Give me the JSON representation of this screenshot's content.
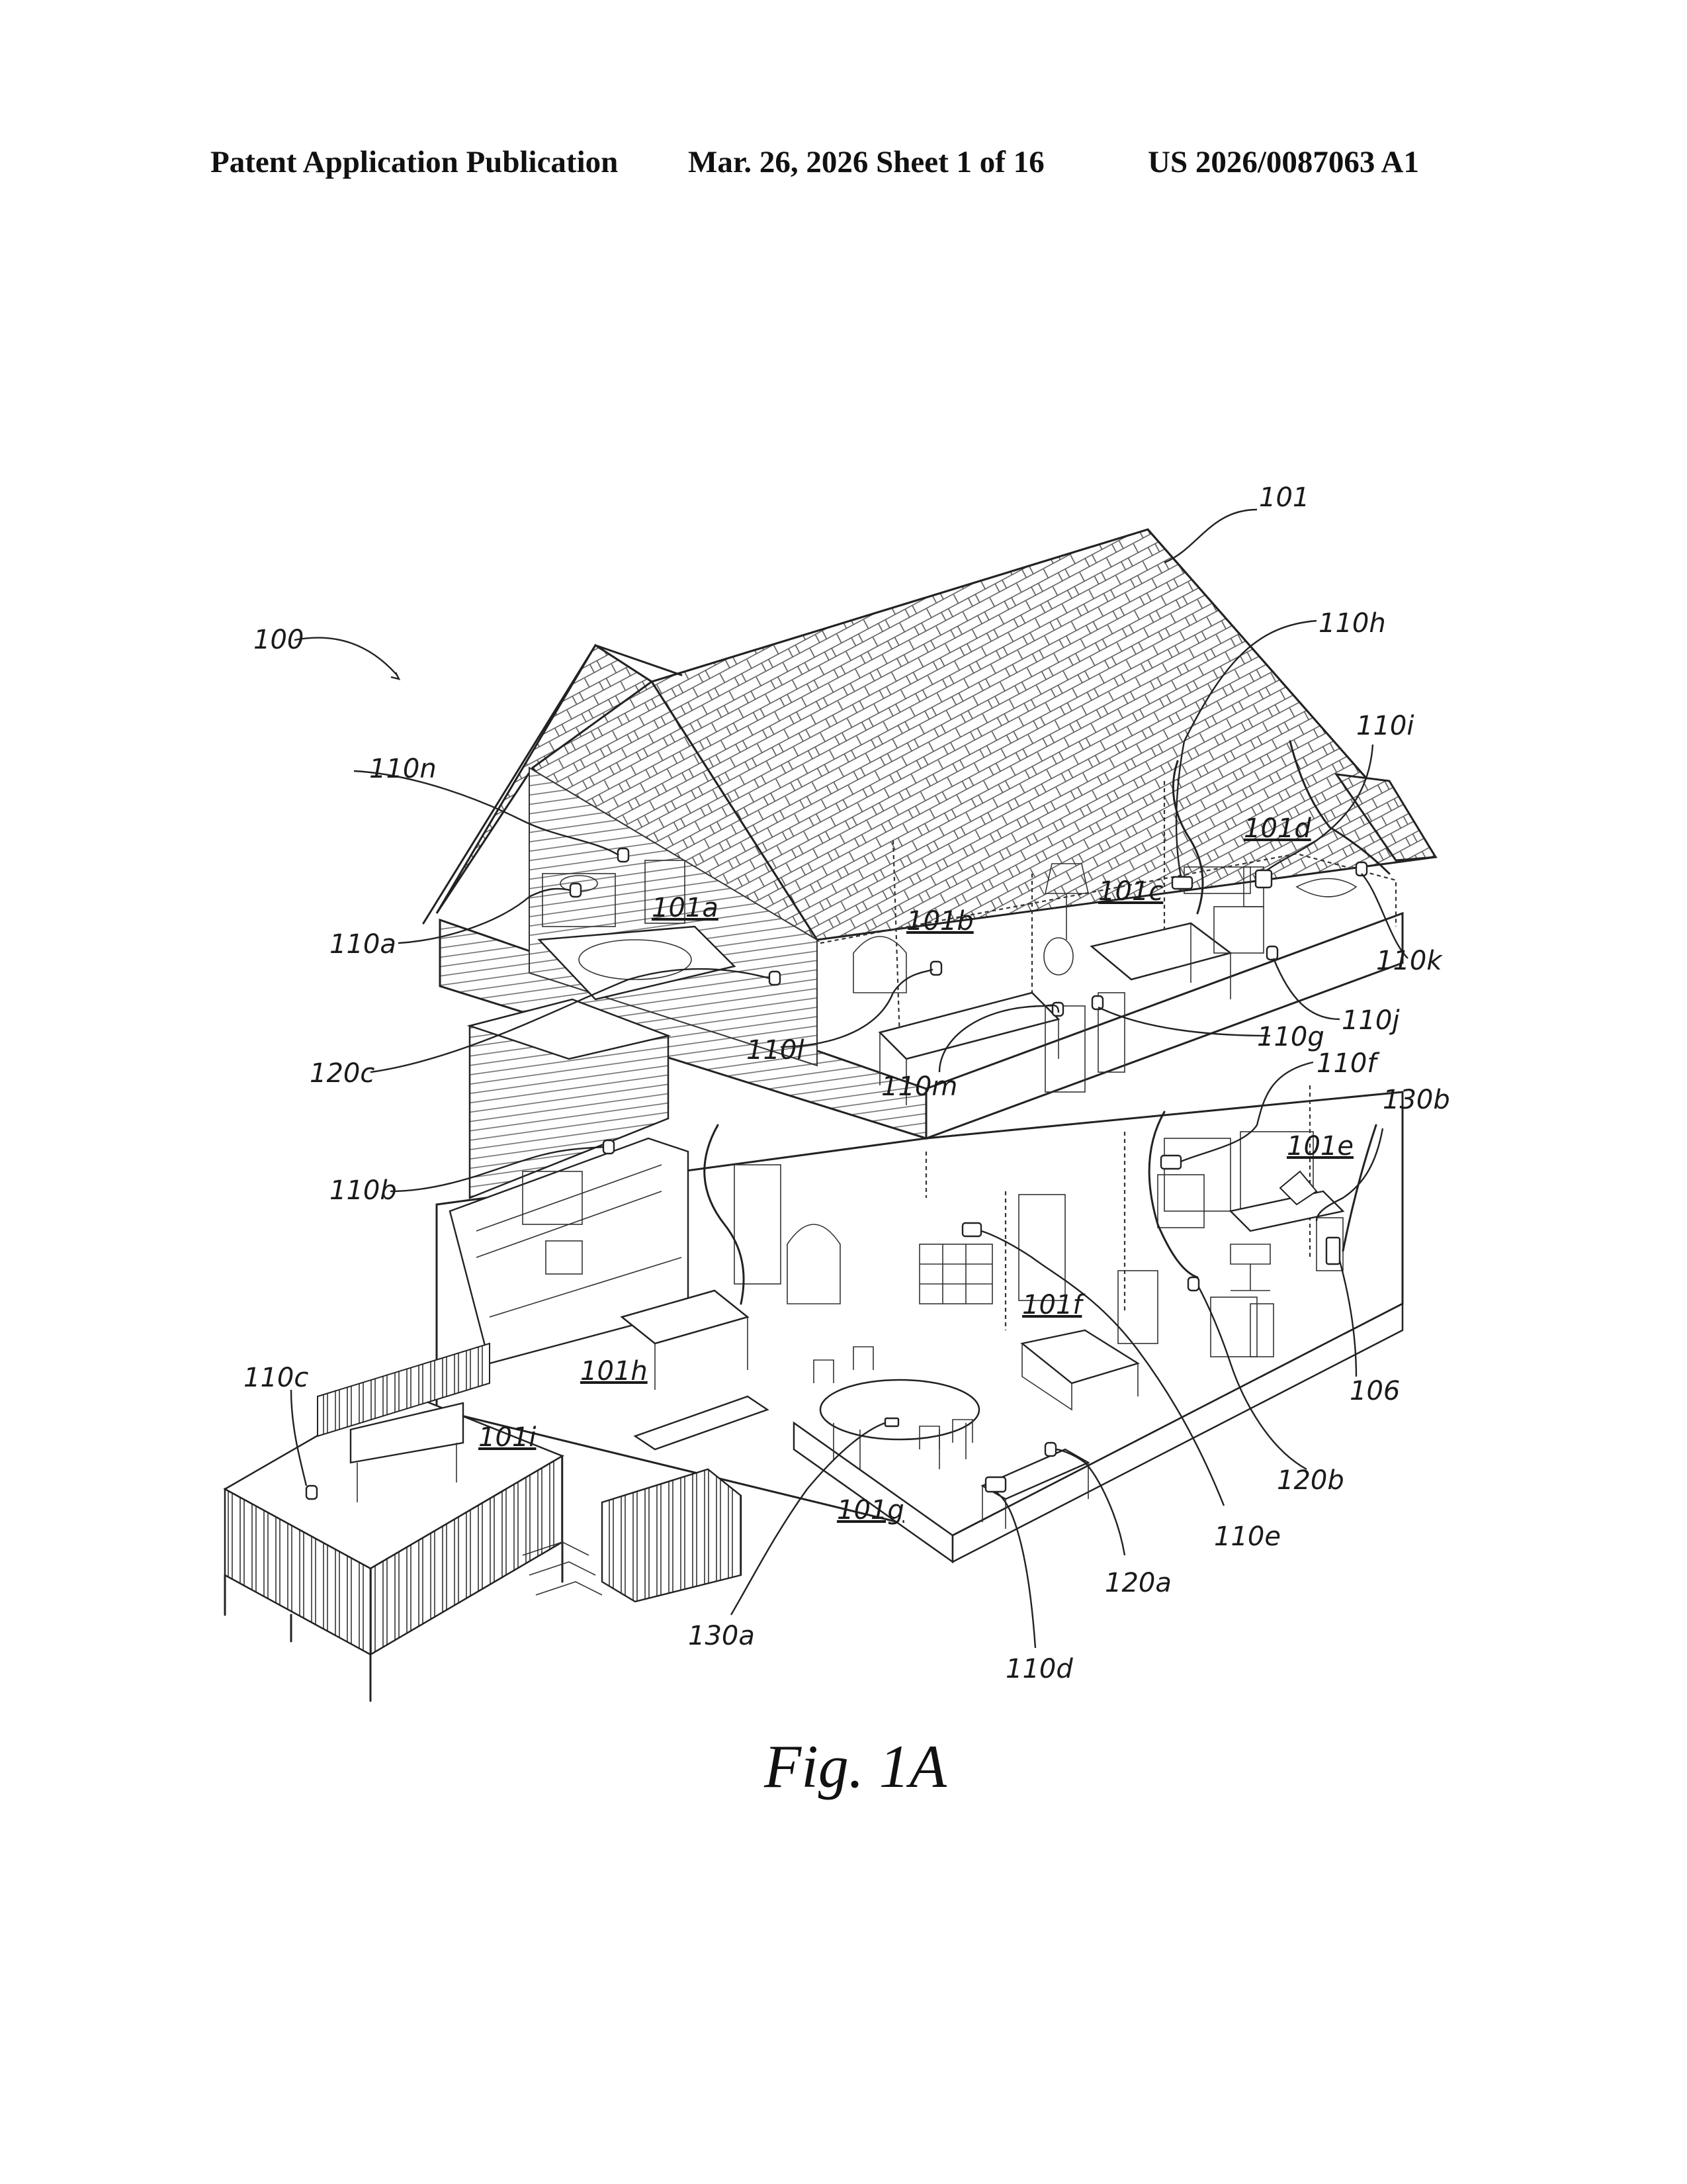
{
  "header": {
    "left": "Patent Application Publication",
    "middle": "Mar. 26, 2026  Sheet 1 of 16",
    "right": "US 2026/0087063 A1"
  },
  "figure": {
    "caption": "Fig.  1A",
    "ref_labels": {
      "r100": "100",
      "r101": "101",
      "r101a": "101a",
      "r101b": "101b",
      "r101c": "101c",
      "r101d": "101d",
      "r101e": "101e",
      "r101f": "101f",
      "r101g": "101g",
      "r101h": "101h",
      "r101i": "101i",
      "r106": "106",
      "r110a": "110a",
      "r110b": "110b",
      "r110c": "110c",
      "r110d": "110d",
      "r110e": "110e",
      "r110f": "110f",
      "r110g": "110g",
      "r110h": "110h",
      "r110i": "110i",
      "r110j": "110j",
      "r110k": "110k",
      "r110l": "110l",
      "r110m": "110m",
      "r110n": "110n",
      "r120a": "120a",
      "r120b": "120b",
      "r120c": "120c",
      "r130a": "130a",
      "r130b": "130b"
    }
  }
}
